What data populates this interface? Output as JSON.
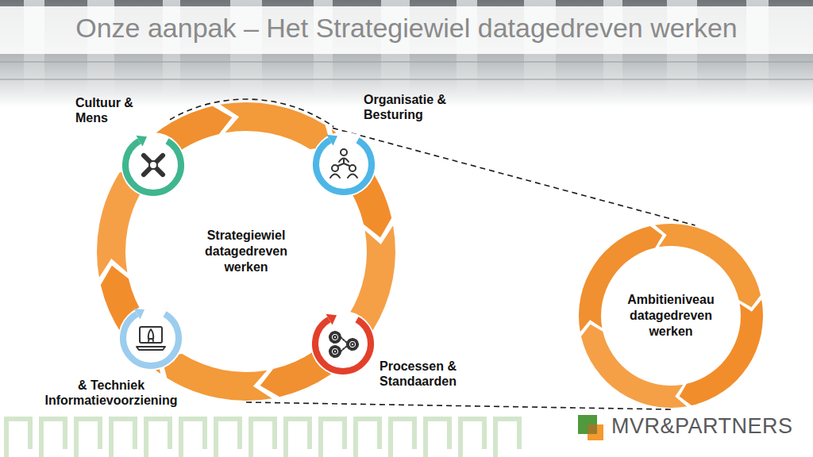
{
  "diagram": {
    "title": "Onze aanpak – Het Strategiewiel datagedreven werken",
    "nodes": [
      {
        "text": [
          "Strategiewiel datagedreven werken"
        ]
      },
      {
        "text": [
          "Cultuur & Mens"
        ]
      },
      {
        "text": [
          "Organisatie & Besturing"
        ]
      },
      {
        "text": [
          "Processen & Standaarden"
        ]
      },
      {
        "text": [
          "& Techniek Informatievoorziening"
        ]
      },
      {
        "text": [
          "Ambitieniveau datagedreven werken"
        ]
      }
    ],
    "edges": [
      {
        "from": 0,
        "to": 5,
        "arrow": "none"
      },
      {
        "from": 0,
        "to": 5,
        "arrow": "none"
      }
    ],
    "labels": [
      "MVR&PARTNERS"
    ]
  }
}
